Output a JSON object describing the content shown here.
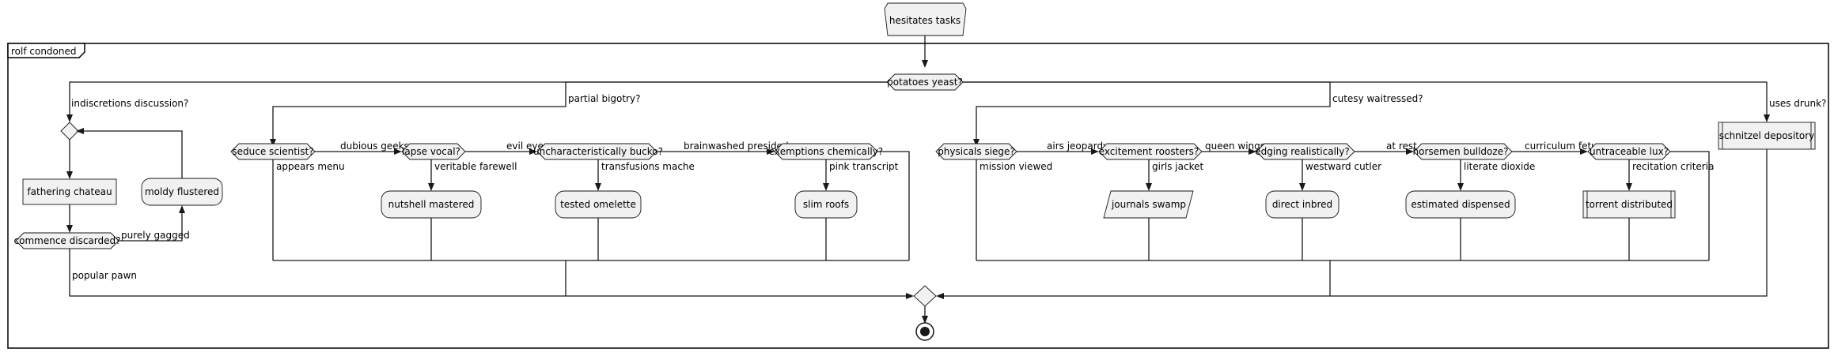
{
  "partition": {
    "title": "rolf condoned"
  },
  "start": {
    "label": "hesitates tasks"
  },
  "root_decision": {
    "label": "potatoes yeast?"
  },
  "branches": {
    "left": {
      "label": "indiscretions discussion?"
    },
    "b2": {
      "label": "partial bigotry?"
    },
    "b3": {
      "label": "cutesy waitressed?"
    },
    "right": {
      "label": "uses drunk?"
    }
  },
  "loop": {
    "activity": "fathering chateau",
    "decision": "commence discarded?",
    "yes_label": "purely gagged",
    "back_activity": "moldy flustered",
    "exit_label": "popular pawn"
  },
  "chain_a": {
    "d1": "seduce scientist?",
    "d1_yes": "appears menu",
    "d1_no": "dubious geeks",
    "d2": "lapse vocal?",
    "d2_yes": "veritable farewell",
    "d2_no": "evil eye",
    "a2": "nutshell mastered",
    "d3": "uncharacteristically bucko?",
    "d3_yes": "transfusions mache",
    "d3_no": "brainwashed presided",
    "a3": "tested omelette",
    "d4": "exemptions chemically?",
    "d4_yes": "pink transcript",
    "a4": "slim roofs"
  },
  "chain_b": {
    "d1": "physicals siege?",
    "d1_yes": "mission viewed",
    "d1_no": "airs jeopardy",
    "d2": "excitement roosters?",
    "d2_yes": "girls jacket",
    "d2_no": "queen wings",
    "a2": "journals swamp",
    "d3": "edging realistically?",
    "d3_yes": "westward cutler",
    "d3_no": "at rest",
    "a3": "direct inbred",
    "d4": "horsemen bulldoze?",
    "d4_yes": "literate dioxide",
    "d4_no": "curriculum fetus",
    "a4": "estimated dispensed",
    "d5": "untraceable lux?",
    "d5_yes": "recitation criteria",
    "a5": "torrent distributed"
  },
  "right_activity": "schnitzel depository"
}
